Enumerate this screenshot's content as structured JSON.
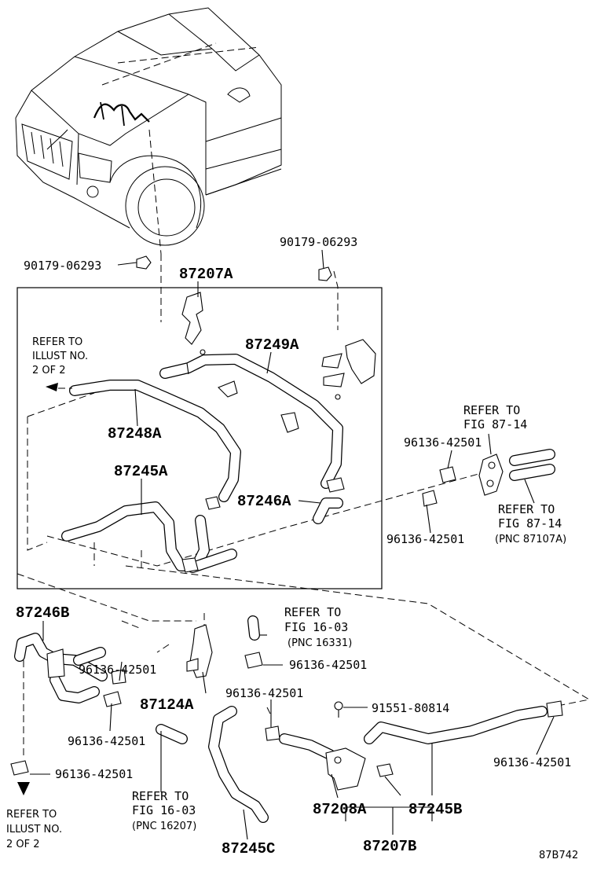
{
  "diagram_id": "87B742",
  "parts": {
    "p90179_left": "90179-06293",
    "p90179_top": "90179-06293",
    "p87207A": "87207A",
    "p87249A": "87249A",
    "p87248A": "87248A",
    "p87245A": "87245A",
    "p87246A": "87246A",
    "p87246B": "87246B",
    "p87124A": "87124A",
    "p87245C": "87245C",
    "p87208A": "87208A",
    "p87245B": "87245B",
    "p87207B": "87207B",
    "p91551": "91551-80814",
    "clamp_a": "96136-42501",
    "clamp_b": "96136-42501",
    "clamp_c": "96136-42501",
    "clamp_d": "96136-42501",
    "clamp_e": "96136-42501",
    "clamp_f": "96136-42501",
    "clamp_g": "96136-42501",
    "clamp_h": "96136-42501"
  },
  "refs": {
    "illust_top": [
      "REFER TO",
      "ILLUST NO.",
      "2 OF 2"
    ],
    "illust_bottom": [
      "REFER TO",
      "ILLUST NO.",
      "2 OF 2"
    ],
    "fig87_14_top": [
      "REFER TO",
      "FIG 87-14"
    ],
    "fig87_14_right": [
      "REFER TO",
      "FIG 87-14",
      "(PNC 87107A)"
    ],
    "fig16_03_top": [
      "REFER TO",
      "FIG 16-03",
      "(PNC 16331)"
    ],
    "fig16_03_bottom": [
      "REFER TO",
      "FIG 16-03",
      "(PNC 16207)"
    ]
  }
}
